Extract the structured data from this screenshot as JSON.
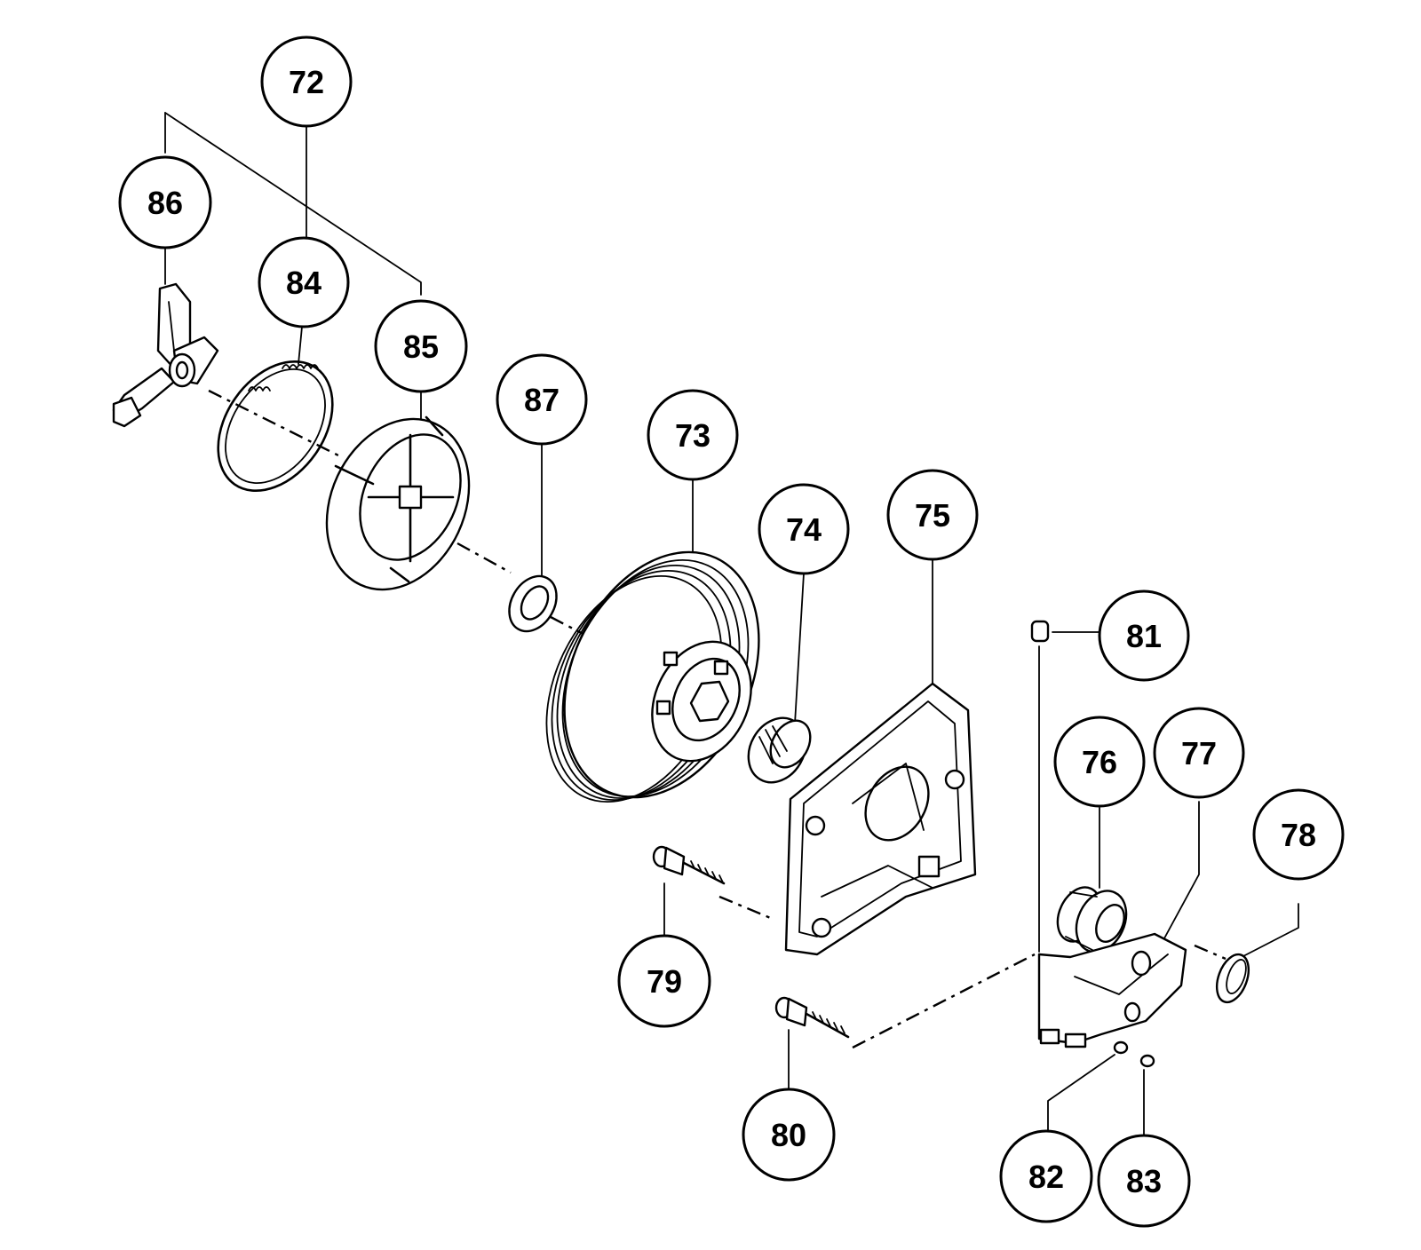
{
  "diagram": {
    "line_color": "#000000",
    "background": "#ffffff",
    "callouts": {
      "c72": "72",
      "c73": "73",
      "c74": "74",
      "c75": "75",
      "c76": "76",
      "c77": "77",
      "c78": "78",
      "c79": "79",
      "c80": "80",
      "c81": "81",
      "c82": "82",
      "c83": "83",
      "c84": "84",
      "c85": "85",
      "c86": "86",
      "c87": "87"
    }
  }
}
